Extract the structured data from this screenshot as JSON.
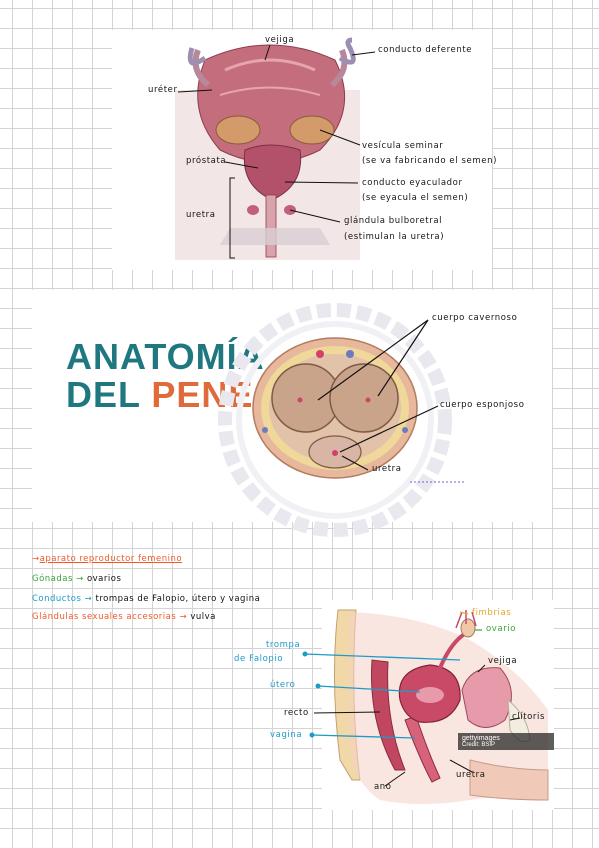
{
  "male": {
    "labels": {
      "vejiga": "vejiga",
      "conducto_deferente": "conducto deferente",
      "ureter": "uréter",
      "vesicula_seminal": "vesícula seminar",
      "vesicula_note": "(se va fabricando el semen)",
      "prostata": "próstata",
      "conducto_eyaculador": "conducto eyaculador",
      "eyaculador_note": "(se eyacula el semen)",
      "uretra": "uretra",
      "glandula": "glándula bulboretral",
      "glandula_note": "(estimulan la uretra)"
    }
  },
  "penis": {
    "title_line1": "ANATOMÍA",
    "title_line2_a": "DEL ",
    "title_line2_b": "PENE",
    "cuerpo_cavernoso": "cuerpo cavernoso",
    "cuerpo_esponjoso": "cuerpo esponjoso",
    "uretra": "uretra",
    "colors": {
      "title": "#1f7880",
      "accent": "#e06a3a"
    }
  },
  "female": {
    "heading": "aparato reproductor femenino",
    "gonadas_label": "Gónadas",
    "gonadas_value": "ovarios",
    "conductos_label": "Conductos",
    "conductos_value": "trompas de Falopio, útero y vagina",
    "glandulas_label": "Glándulas sexuales accesorias",
    "glandulas_value": "vulva",
    "colors": {
      "heading": "#f0582a",
      "gonadas": "#3aa53a",
      "conductos": "#1e9ac8",
      "glandulas": "#f0582a"
    },
    "diagram": {
      "fimbrias": "fimbrias",
      "ovario": "ovario",
      "trompa": "trompa",
      "de_falopio": "de Falopio",
      "vejiga": "vejiga",
      "utero": "útero",
      "clitoris": "clítoris",
      "recto": "recto",
      "vagina": "vagina",
      "ano": "ano",
      "uretra": "uretra",
      "watermark_line1": "gettyimages",
      "watermark_line2": "Credit: BSIP"
    }
  }
}
